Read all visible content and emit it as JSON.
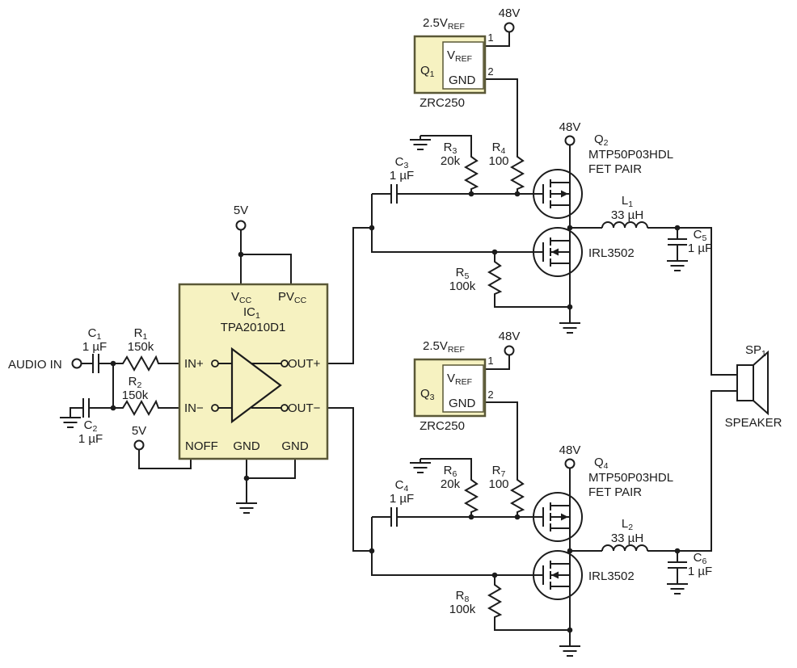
{
  "colors": {
    "wire": "#1c1c1c",
    "box-fill": "#f6f2c1",
    "box-stroke": "#5a5837",
    "bg": "#ffffff"
  },
  "power": {
    "v5": "5V",
    "v48": "48V",
    "vref25": {
      "t": "2.5V",
      "s": "REF"
    }
  },
  "ic1": {
    "ref": {
      "t": "IC",
      "s": "1"
    },
    "part": "TPA2010D1",
    "pins": {
      "vcc": {
        "t": "V",
        "s": "CC"
      },
      "pvcc": {
        "t": "PV",
        "s": "CC"
      },
      "inp": "IN+",
      "inn": "IN−",
      "outp": "OUT+",
      "outn": "OUT−",
      "noff": "NOFF",
      "gnd": "GND"
    }
  },
  "reg": {
    "part": "ZRC250",
    "q1": {
      "t": "Q",
      "s": "1"
    },
    "q3": {
      "t": "Q",
      "s": "3"
    },
    "vref_pin": {
      "t": "V",
      "s": "REF"
    },
    "gnd_pin": "GND",
    "pin1": "1",
    "pin2": "2"
  },
  "fets": {
    "q2": {
      "t": "Q",
      "s": "2"
    },
    "q4": {
      "t": "Q",
      "s": "4"
    },
    "pfet_part": "MTP50P03HDL",
    "pfet_part2": "FET PAIR",
    "nfet_part": "IRL3502"
  },
  "parts": {
    "c1": {
      "r": {
        "t": "C",
        "s": "1"
      },
      "v": "1 µF"
    },
    "c2": {
      "r": {
        "t": "C",
        "s": "2"
      },
      "v": "1 µF"
    },
    "c3": {
      "r": {
        "t": "C",
        "s": "3"
      },
      "v": "1 µF"
    },
    "c4": {
      "r": {
        "t": "C",
        "s": "4"
      },
      "v": "1 µF"
    },
    "c5": {
      "r": {
        "t": "C",
        "s": "5"
      },
      "v": "1 µF"
    },
    "c6": {
      "r": {
        "t": "C",
        "s": "6"
      },
      "v": "1 µF"
    },
    "r1": {
      "r": {
        "t": "R",
        "s": "1"
      },
      "v": "150k"
    },
    "r2": {
      "r": {
        "t": "R",
        "s": "2"
      },
      "v": "150k"
    },
    "r3": {
      "r": {
        "t": "R",
        "s": "3"
      },
      "v": "20k"
    },
    "r4": {
      "r": {
        "t": "R",
        "s": "4"
      },
      "v": "100"
    },
    "r5": {
      "r": {
        "t": "R",
        "s": "5"
      },
      "v": "100k"
    },
    "r6": {
      "r": {
        "t": "R",
        "s": "6"
      },
      "v": "20k"
    },
    "r7": {
      "r": {
        "t": "R",
        "s": "7"
      },
      "v": "100"
    },
    "r8": {
      "r": {
        "t": "R",
        "s": "8"
      },
      "v": "100k"
    },
    "l1": {
      "r": {
        "t": "L",
        "s": "1"
      },
      "v": "33 µH"
    },
    "l2": {
      "r": {
        "t": "L",
        "s": "2"
      },
      "v": "33 µH"
    }
  },
  "io": {
    "audio_in": "AUDIO IN",
    "sp": {
      "t": "SP",
      "s": "1"
    },
    "speaker": "SPEAKER"
  }
}
